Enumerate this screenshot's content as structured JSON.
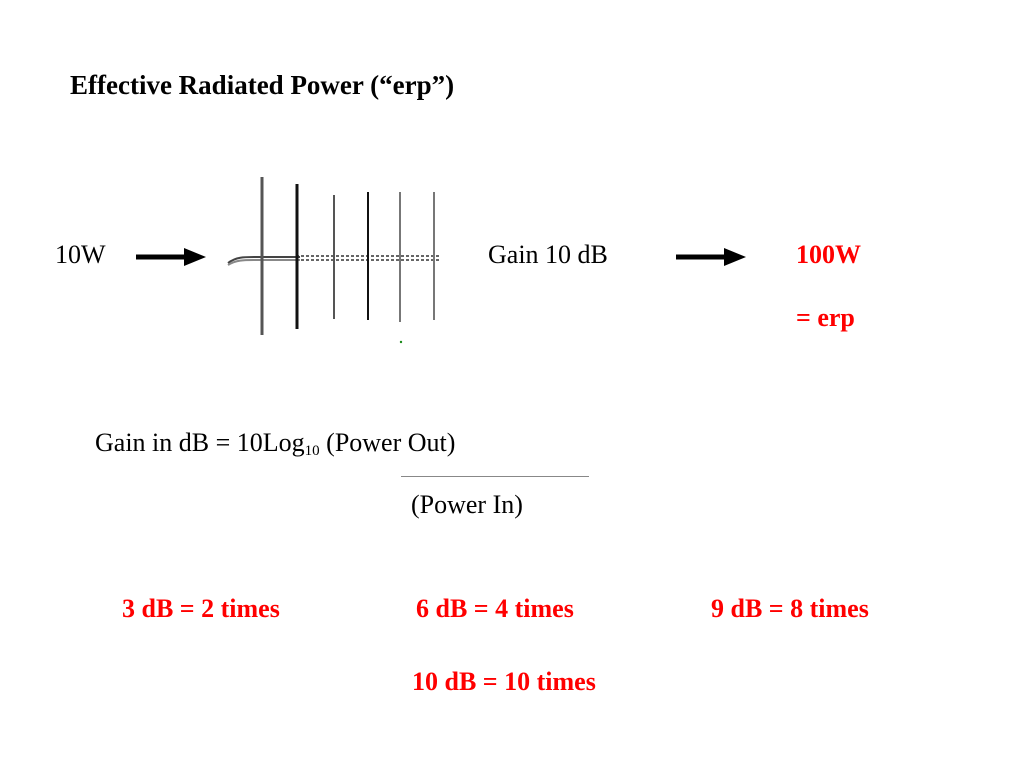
{
  "title": "Effective Radiated Power (“erp”)",
  "diagram": {
    "input_power": "10W",
    "gain_label": "Gain 10 dB",
    "output_power": "100W",
    "output_note": "= erp"
  },
  "formula": {
    "lhs": "Gain in dB = 10Log",
    "base": "10",
    "numerator": "(Power Out)",
    "denominator": "(Power In)"
  },
  "equivalences": [
    "3 dB = 2 times",
    "6 dB = 4 times",
    "9 dB = 8 times",
    "10 dB = 10 times"
  ],
  "colors": {
    "highlight": "#ff0000",
    "text": "#000000"
  },
  "icons": {
    "antenna": "yagi-antenna-icon",
    "arrow": "arrow-right-icon"
  }
}
